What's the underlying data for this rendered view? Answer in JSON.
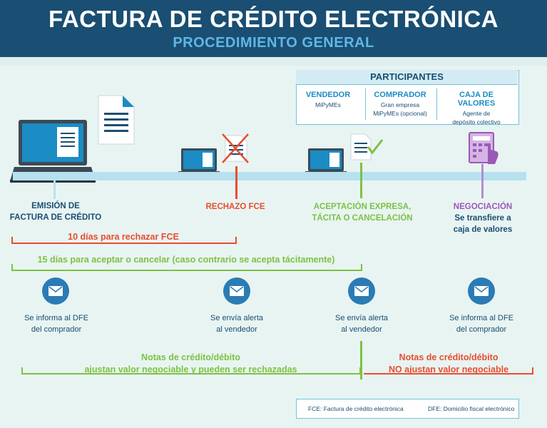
{
  "header": {
    "title": "FACTURA DE CRÉDITO ELECTRÓNICA",
    "subtitle": "PROCEDIMIENTO GENERAL"
  },
  "participants": {
    "heading": "PARTICIPANTES",
    "items": [
      {
        "name": "VENDEDOR",
        "desc1": "MiPyMEs",
        "desc2": ""
      },
      {
        "name": "COMPRADOR",
        "desc1": "Gran empresa",
        "desc2": "MiPyMEs (opcional)"
      },
      {
        "name": "CAJA DE VALORES",
        "desc1": "Agente de",
        "desc2": "depósito colectivo"
      }
    ]
  },
  "steps": [
    {
      "line1": "EMISIÓN DE",
      "line2": "FACTURA DE CRÉDITO",
      "color": "#1a4e72"
    },
    {
      "line1": "RECHAZO FCE",
      "line2": "",
      "color": "#e84d2e"
    },
    {
      "line1": "ACEPTACIÓN EXPRESA,",
      "line2": "TÁCITA O CANCELACIÓN",
      "color": "#7cc242"
    },
    {
      "line1": "NEGOCIACIÓN",
      "line2": "Se transfiere a",
      "line3": "caja de valores",
      "color": "#9b59b6"
    }
  ],
  "brackets": {
    "reject": "10 días para rechazar FCE",
    "accept": "15 días para aceptar o cancelar (caso contrario se acepta tácitamente)"
  },
  "messages": [
    {
      "line1": "Se informa al DFE",
      "line2": "del comprador"
    },
    {
      "line1": "Se envía alerta",
      "line2": "al vendedor"
    },
    {
      "line1": "Se envía alerta",
      "line2": "al vendedor"
    },
    {
      "line1": "Se informa al DFE",
      "line2": "del comprador"
    }
  ],
  "notes": {
    "left_line1": "Notas de crédito/débito",
    "left_line2": "ajustan valor negociable y pueden ser rechazadas",
    "right_line1": "Notas de crédito/débito",
    "right_line2": "NO ajustan valor negociable"
  },
  "legend": {
    "fce": "FCE: Factura de crédito electrónica",
    "dfe": "DFE: Domicilio fiscal electrónico"
  },
  "colors": {
    "navy": "#1a4e72",
    "red": "#e84d2e",
    "green": "#7cc242",
    "purple": "#9b59b6",
    "blue": "#2b7bb5",
    "light_blue": "#b7e1ef"
  }
}
